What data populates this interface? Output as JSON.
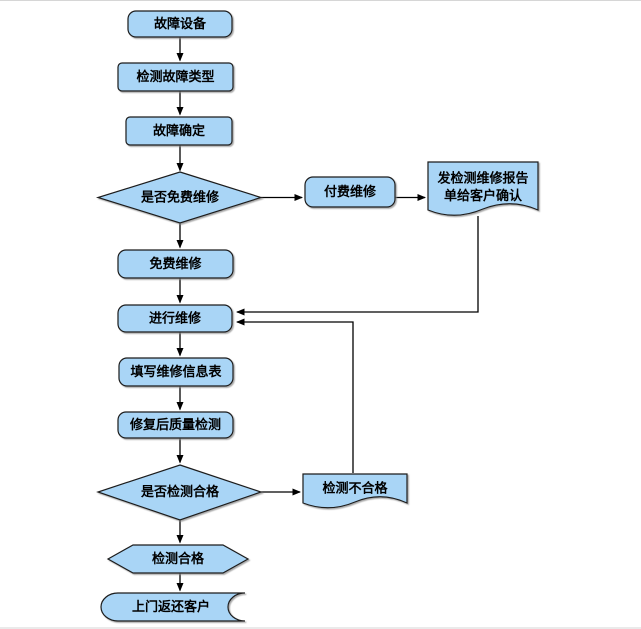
{
  "diagram": {
    "type": "flowchart",
    "language": "zh-CN",
    "colors": {
      "shape_fill": "#A9D5F6",
      "shape_border": "#1b1b1b",
      "connector": "#000000",
      "text": "#000000",
      "page_rule": "#d6d6d6",
      "background": "#ffffff"
    },
    "nodes": {
      "faulty_device": {
        "label": "故障设备",
        "shape": "rounded-rect"
      },
      "detect_fault_type": {
        "label": "检测故障类型",
        "shape": "rect"
      },
      "fault_confirmed": {
        "label": "故障确定",
        "shape": "rect"
      },
      "is_free_repair": {
        "label": "是否免费维修",
        "shape": "diamond"
      },
      "paid_repair": {
        "label": "付费维修",
        "shape": "rounded-rect"
      },
      "send_report": {
        "label": "发检测维修报告单给客户确认",
        "line1": "发检测维修报告",
        "line2": "单给客户确认",
        "shape": "document"
      },
      "free_repair": {
        "label": "免费维修",
        "shape": "rounded-rect"
      },
      "do_repair": {
        "label": "进行维修",
        "shape": "rounded-rect"
      },
      "fill_repair_form": {
        "label": "填写维修信息表",
        "shape": "rounded-rect"
      },
      "post_repair_qc": {
        "label": "修复后质量检测",
        "shape": "rounded-rect"
      },
      "is_qc_passed": {
        "label": "是否检测合格",
        "shape": "diamond"
      },
      "qc_failed": {
        "label": "检测不合格",
        "shape": "document"
      },
      "qc_passed": {
        "label": "检测合格",
        "shape": "hexagon"
      },
      "return_to_customer": {
        "label": "上门返还客户",
        "shape": "stored-data"
      }
    },
    "edges": [
      {
        "from": "faulty_device",
        "to": "detect_fault_type"
      },
      {
        "from": "detect_fault_type",
        "to": "fault_confirmed"
      },
      {
        "from": "fault_confirmed",
        "to": "is_free_repair"
      },
      {
        "from": "is_free_repair",
        "to": "paid_repair"
      },
      {
        "from": "paid_repair",
        "to": "send_report"
      },
      {
        "from": "send_report",
        "to": "do_repair"
      },
      {
        "from": "is_free_repair",
        "to": "free_repair"
      },
      {
        "from": "free_repair",
        "to": "do_repair"
      },
      {
        "from": "do_repair",
        "to": "fill_repair_form"
      },
      {
        "from": "fill_repair_form",
        "to": "post_repair_qc"
      },
      {
        "from": "post_repair_qc",
        "to": "is_qc_passed"
      },
      {
        "from": "is_qc_passed",
        "to": "qc_failed"
      },
      {
        "from": "qc_failed",
        "to": "do_repair"
      },
      {
        "from": "is_qc_passed",
        "to": "qc_passed"
      },
      {
        "from": "qc_passed",
        "to": "return_to_customer"
      }
    ]
  }
}
